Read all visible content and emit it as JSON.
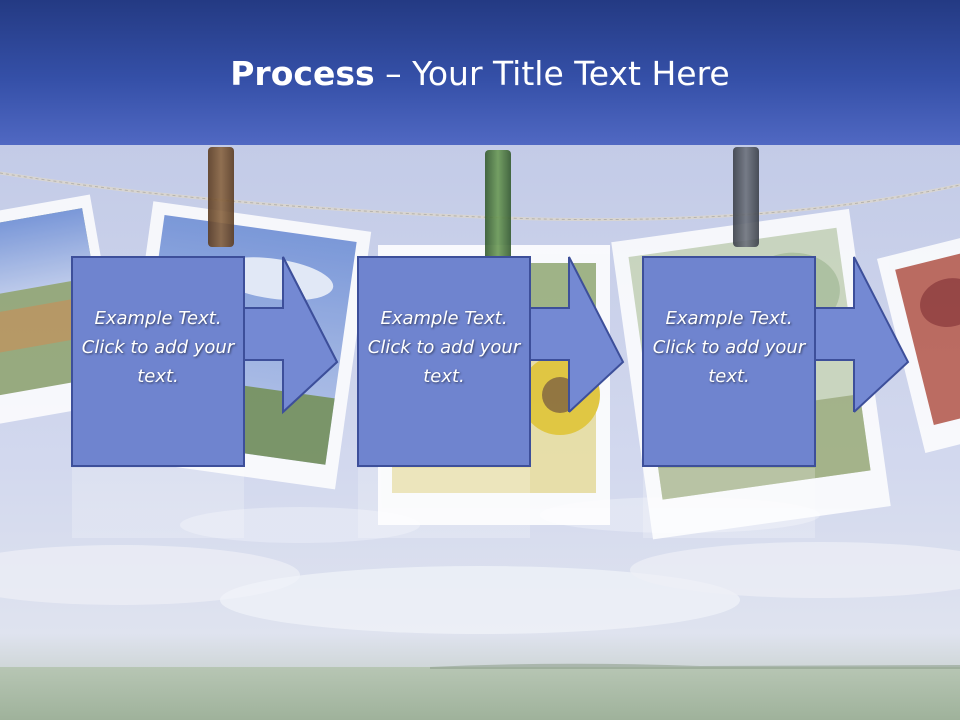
{
  "slide": {
    "title_bold": "Process",
    "title_rest": " – Your Title Text Here"
  },
  "steps": [
    {
      "text": "Example Text. Click  to add your text."
    },
    {
      "text": "Example Text. Click  to add your text."
    },
    {
      "text": "Example Text. Click  to add your text."
    }
  ],
  "colors": {
    "title_bar_top": "#243a83",
    "title_bar_bottom": "#5068c2",
    "box_fill": "#6f84cf",
    "box_border": "#3d4f9a",
    "text": "#ffffff"
  }
}
